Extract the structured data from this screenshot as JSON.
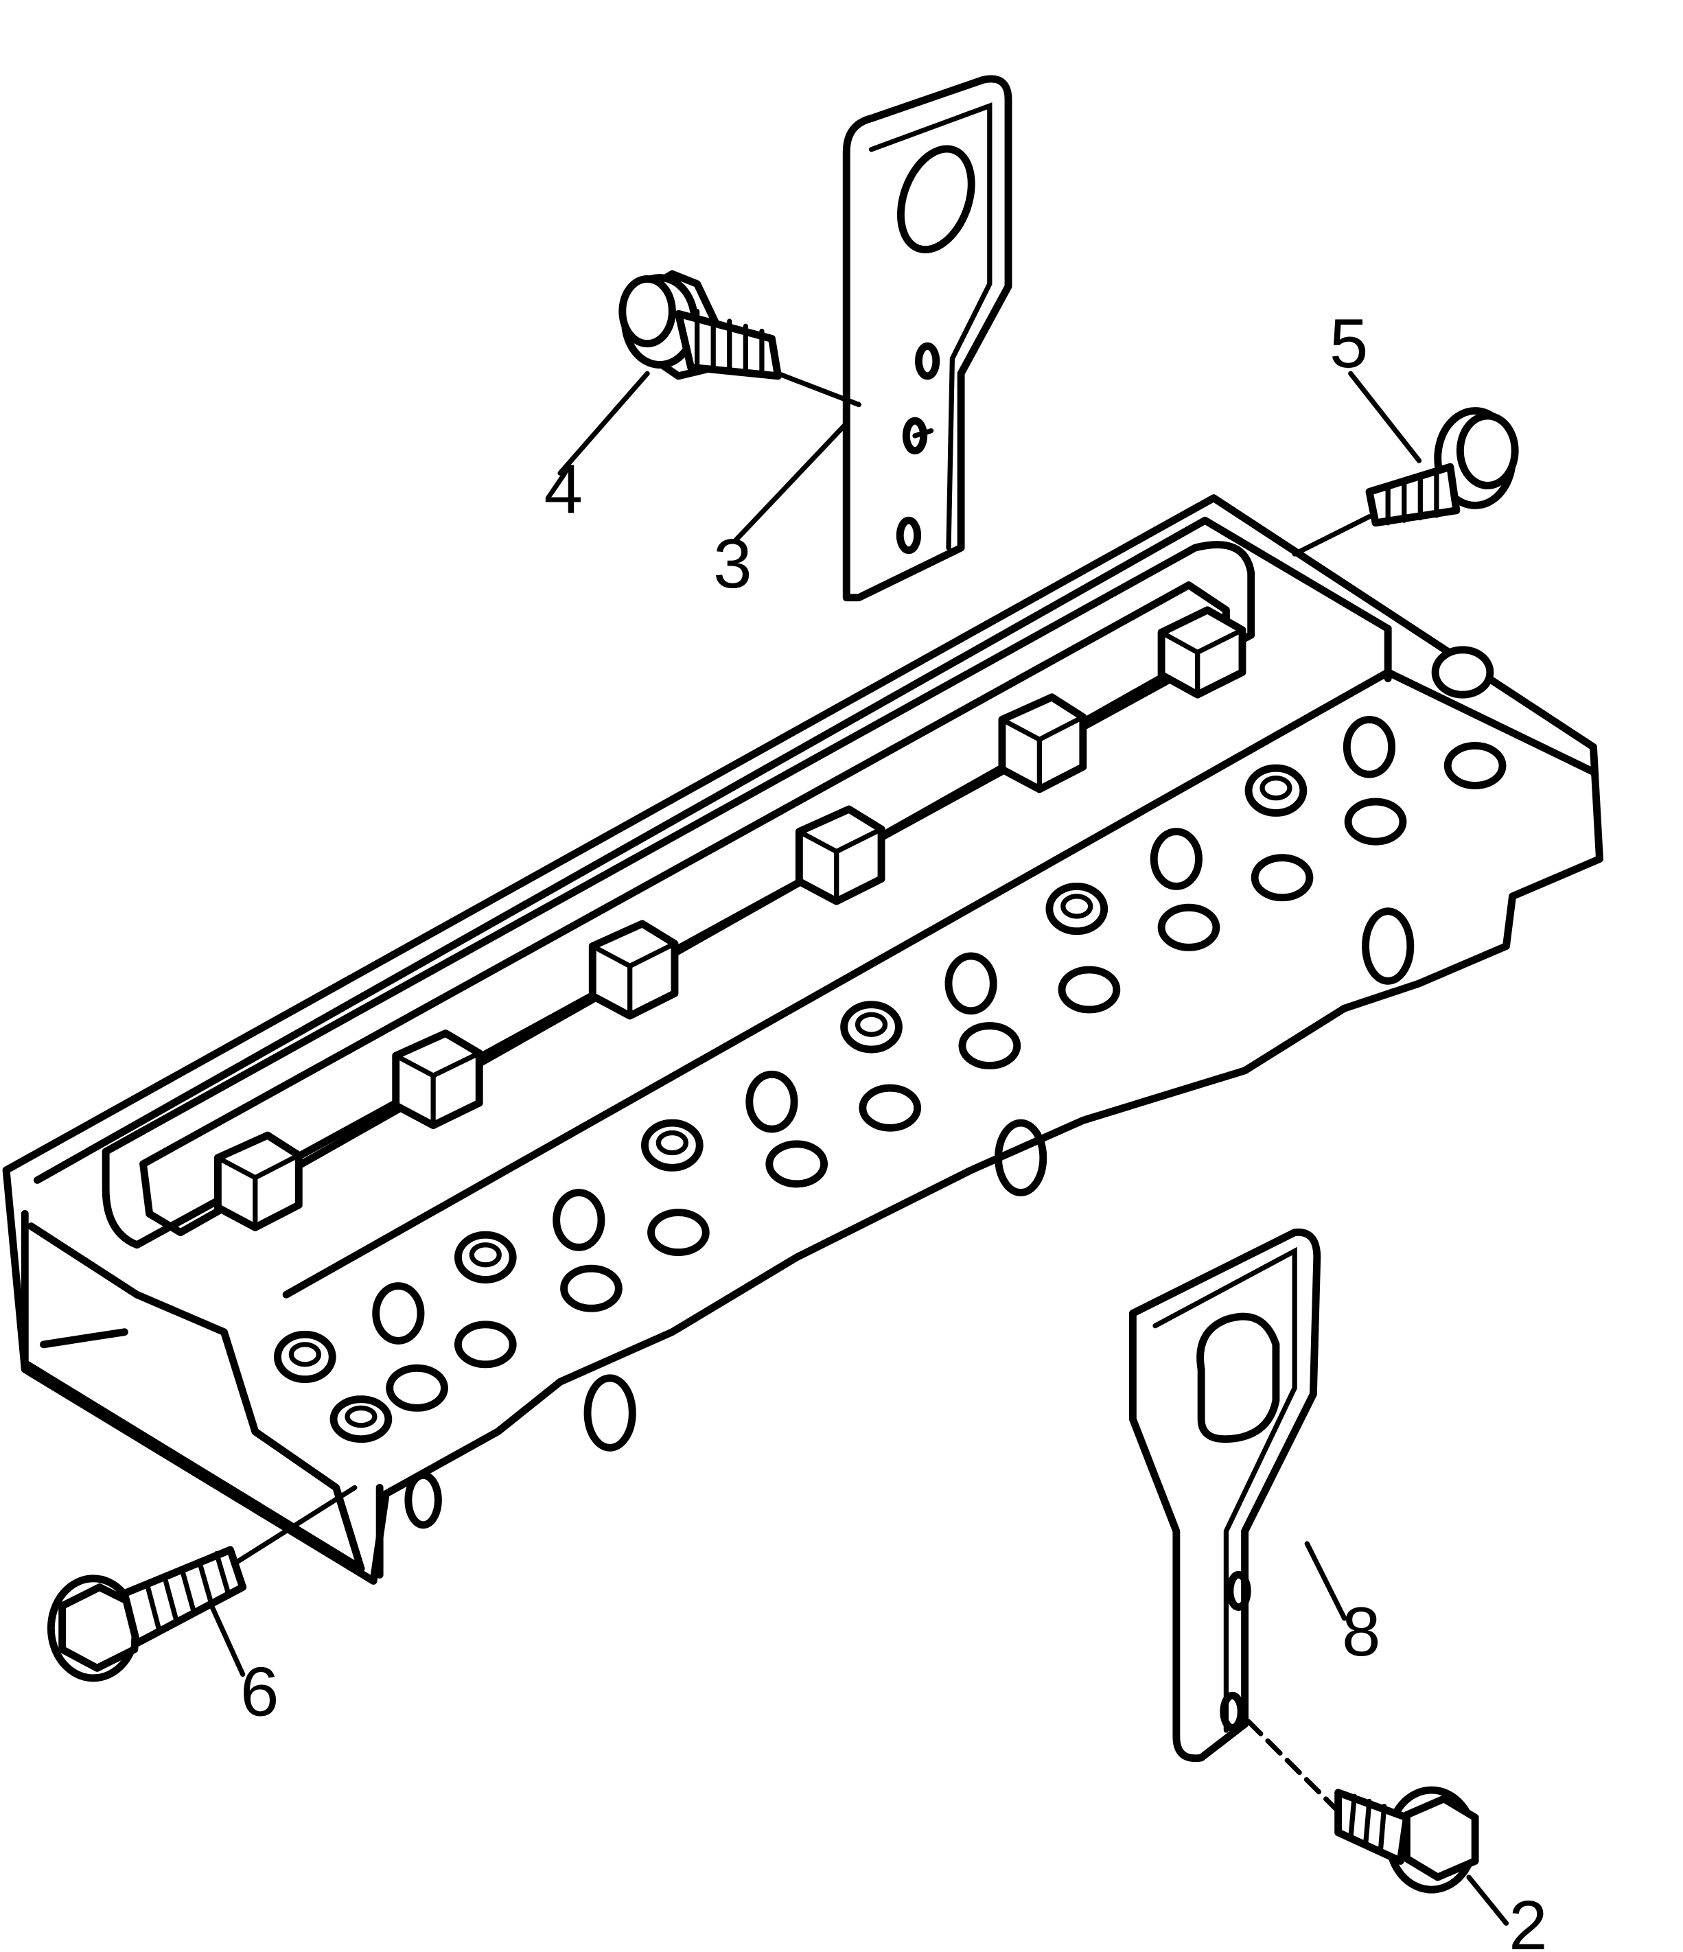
{
  "callouts": {
    "c2": "2",
    "c3": "3",
    "c4": "4",
    "c5": "5",
    "c6": "6",
    "c8": "8"
  }
}
